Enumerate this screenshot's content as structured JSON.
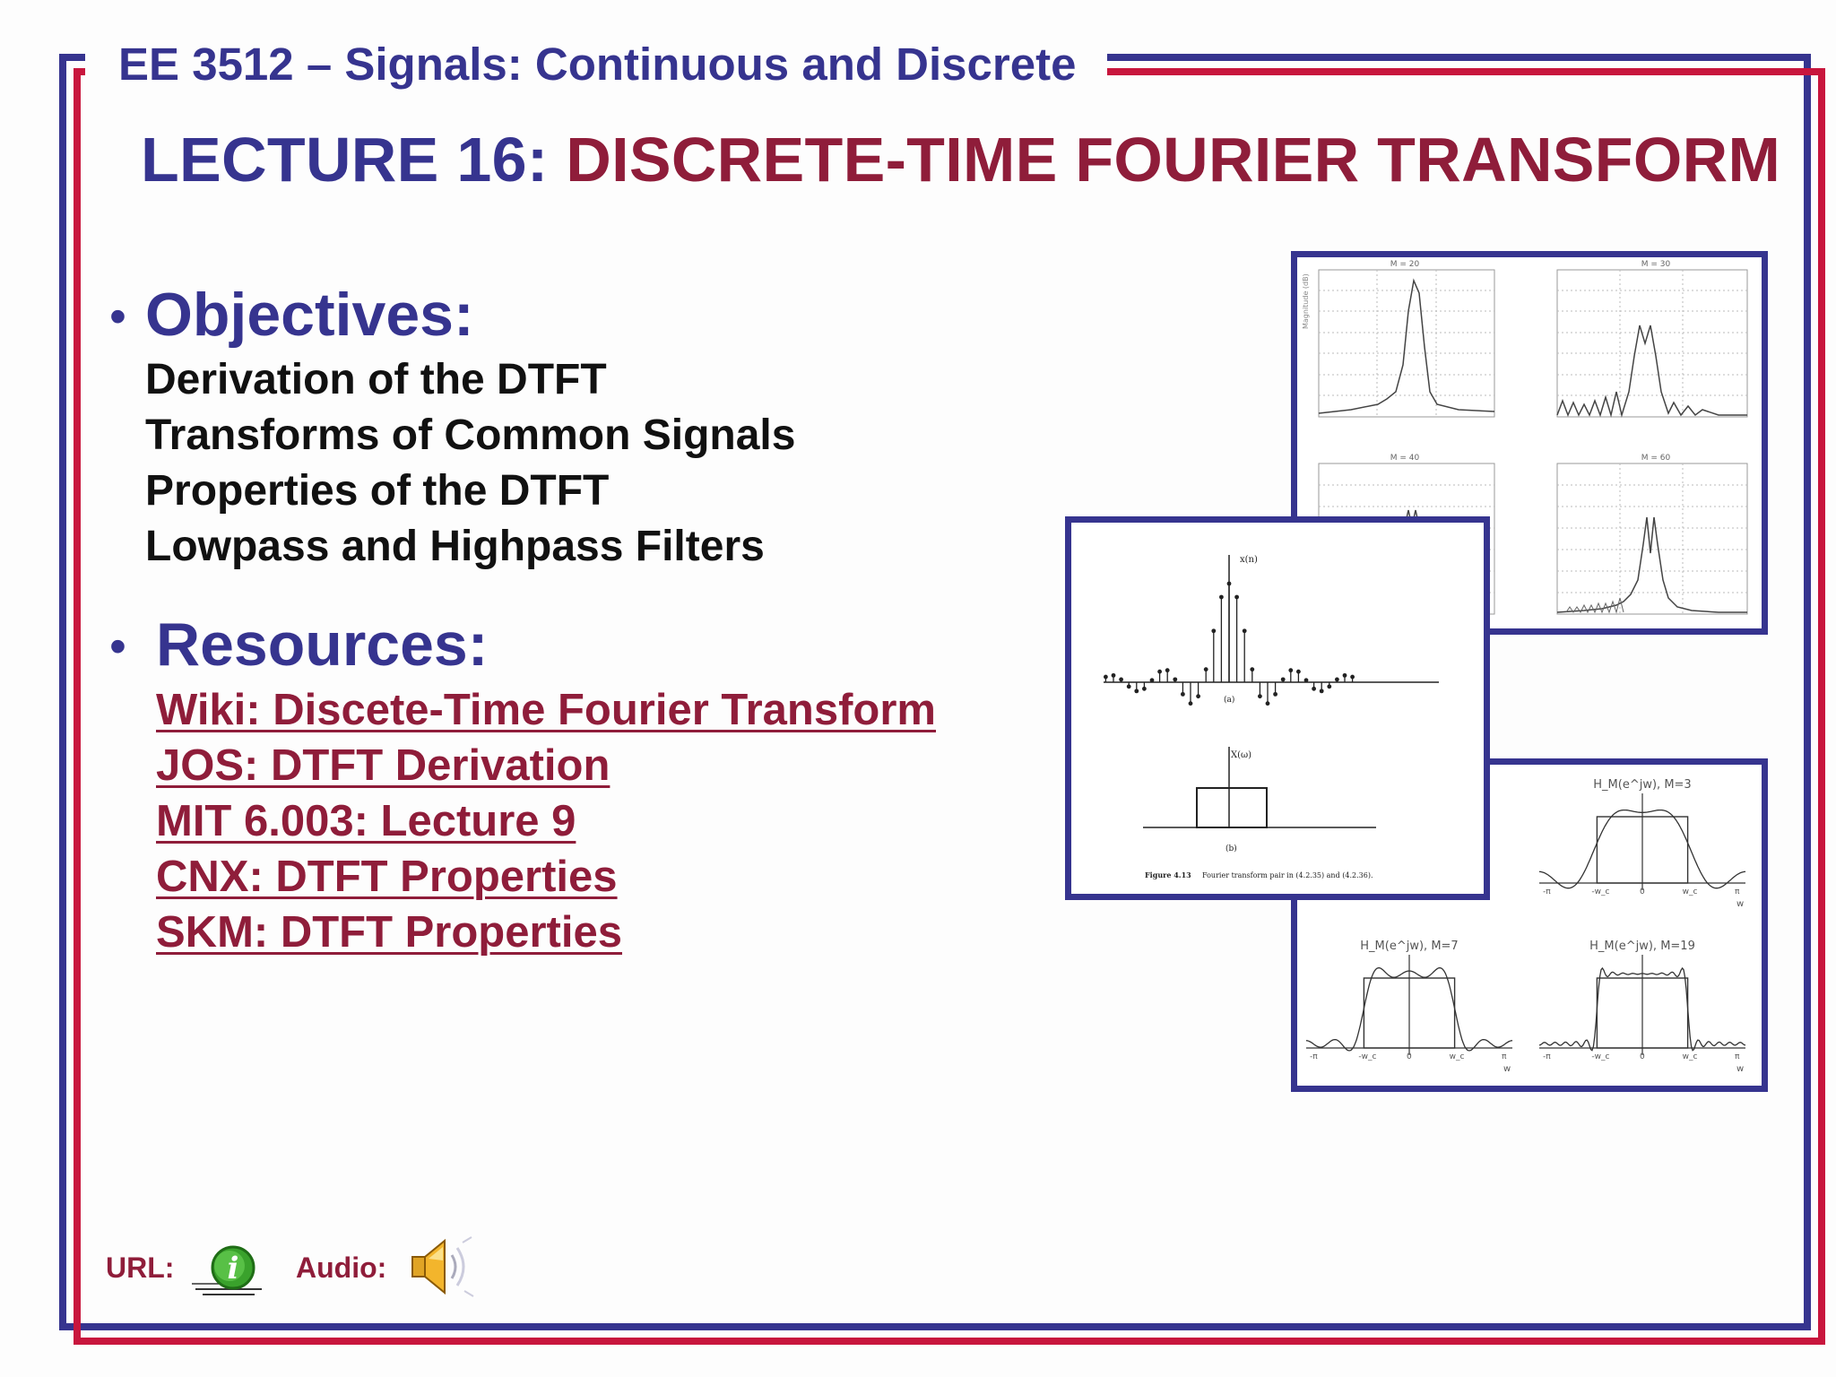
{
  "header": {
    "course_title": "EE 3512 – Signals: Continuous and Discrete",
    "lecture_prefix": "LECTURE 16: ",
    "lecture_topic": "DISCRETE-TIME FOURIER TRANSFORM"
  },
  "objectives": {
    "heading": "Objectives:",
    "items": [
      "Derivation of the DTFT",
      "Transforms of Common Signals",
      "Properties of the DTFT",
      "Lowpass and Highpass Filters"
    ]
  },
  "resources": {
    "heading": "Resources:",
    "links": [
      "Wiki: Discete-Time Fourier Transform",
      "JOS: DTFT Derivation",
      "MIT 6.003: Lecture 9",
      "CNX: DTFT Properties",
      "SKM: DTFT Properties"
    ]
  },
  "footer": {
    "url_label": "URL:",
    "audio_label": "Audio:",
    "url_icon": "info-icon",
    "audio_icon": "speaker-icon"
  },
  "figures": {
    "spectra_panel": {
      "titles": [
        "M = 20",
        "M = 30",
        "M = 40",
        "M = 60"
      ],
      "ylabel": "Magnitude (dB)"
    },
    "dtft_pair_panel": {
      "top_label": "x(n)",
      "bottom_label": "X(ω)",
      "sub_a": "(a)",
      "sub_b": "(b)",
      "caption_bold": "Figure 4.13",
      "caption_text": "Fourier transform pair in (4.2.35) and (4.2.36)."
    },
    "filter_panel": {
      "titles": [
        "H_M(e^jw), M=3",
        "H_M(e^jw), M=7",
        "H_M(e^jw), M=19"
      ],
      "axis_label": "w",
      "pi_label": "π",
      "neg_pi_label": "-π",
      "wc_label": "w_c",
      "neg_wc_label": "-w_c",
      "zero_label": "0"
    }
  },
  "colors": {
    "blue": "#36348f",
    "red": "#c8163d",
    "maroon": "#8f1d3a"
  }
}
